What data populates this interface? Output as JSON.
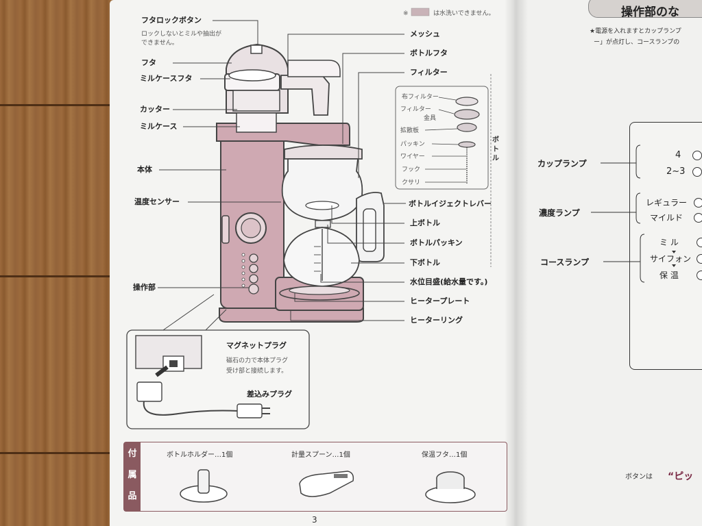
{
  "diagram": {
    "washing_note": "は水洗いできません。",
    "labels": {
      "lid_lock_button": "フタロックボタン",
      "lid_lock_note_1": "ロックしないとミルや抽出が",
      "lid_lock_note_2": "できません。",
      "lid": "フタ",
      "mill_case_lid": "ミルケースフタ",
      "cutter": "カッター",
      "mill_case": "ミルケース",
      "body": "本体",
      "temp_sensor": "温度センサー",
      "control_unit": "操作部",
      "mesh": "メッシュ",
      "bottle_lid": "ボトルフタ",
      "filter": "フィルター",
      "bottle_eject_lever": "ボトルイジェクトレバー",
      "upper_bottle": "上ボトル",
      "bottle_packing": "ボトルパッキン",
      "lower_bottle": "下ボトル",
      "water_level_scale": "水位目盛(給水量です。)",
      "heater_plate": "ヒータープレート",
      "heater_ring": "ヒーターリング"
    },
    "bottle_parts": {
      "side_label": "ボトル",
      "cloth_filter": "布フィルター",
      "filter_fitting_1": "フィルター",
      "filter_fitting_2": "金具",
      "diffuser": "拡散板",
      "packing": "パッキン",
      "wire": "ワイヤー",
      "hook": "フック",
      "chain": "クサリ"
    },
    "magnet_plug": {
      "title": "マグネットプラグ",
      "desc_1": "磁石の力で本体プラグ",
      "desc_2": "受け部と接続します。",
      "insert_plug": "差込みプラグ"
    }
  },
  "accessories": {
    "side_label": [
      "付",
      "属",
      "品"
    ],
    "items": [
      {
        "name": "ボトルホルダー…1個"
      },
      {
        "name": "計量スプーン…1個"
      },
      {
        "name": "保温フタ…1個"
      }
    ]
  },
  "page_number": "3",
  "right_page": {
    "title": "操作部のな",
    "note_1": "★電源を入れますとカップランプ",
    "note_2": "ー」が点灯し、コースランプの",
    "cup_lamp": "カップランプ",
    "cup_options": [
      "4",
      "2~3"
    ],
    "strength_lamp": "濃度ランプ",
    "strength_options": [
      "レギュラー",
      "マイルド"
    ],
    "course_lamp": "コースランプ",
    "course_options": [
      "ミ ル",
      "サイフォン",
      "保 温"
    ],
    "button_note": "ボタンは",
    "button_quote": "“ピッ"
  }
}
